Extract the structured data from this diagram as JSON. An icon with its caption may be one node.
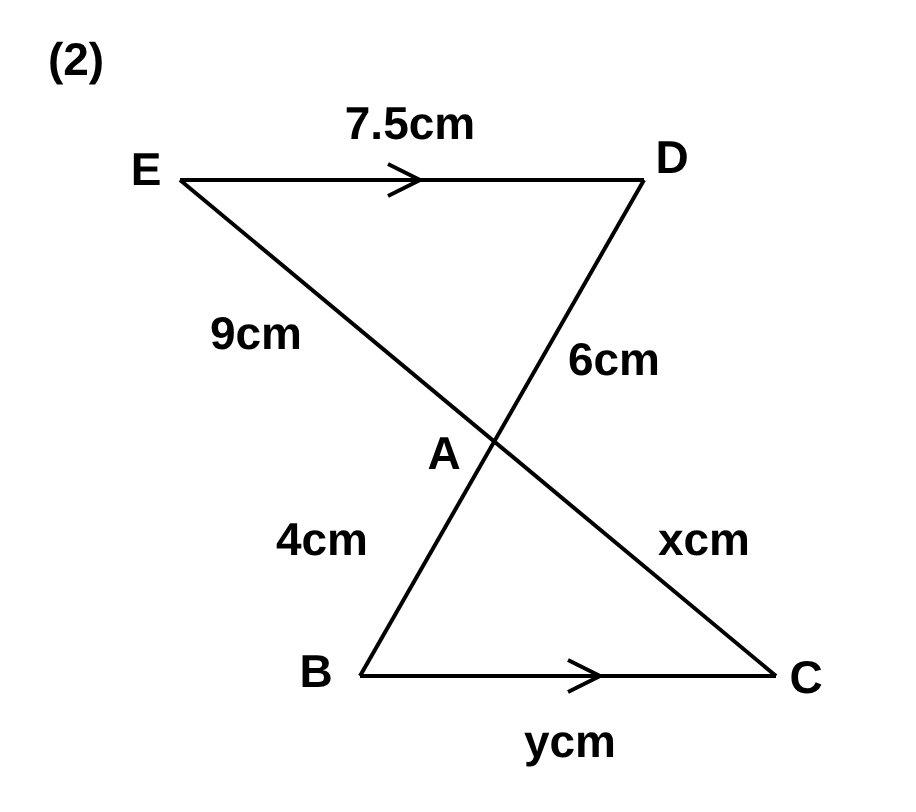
{
  "diagram": {
    "labels": [
      "(2)",
      "7.5cm",
      "E",
      "D",
      "9cm",
      "6cm",
      "A",
      "4cm",
      "xcm",
      "B",
      "C",
      "ycm"
    ]
  }
}
